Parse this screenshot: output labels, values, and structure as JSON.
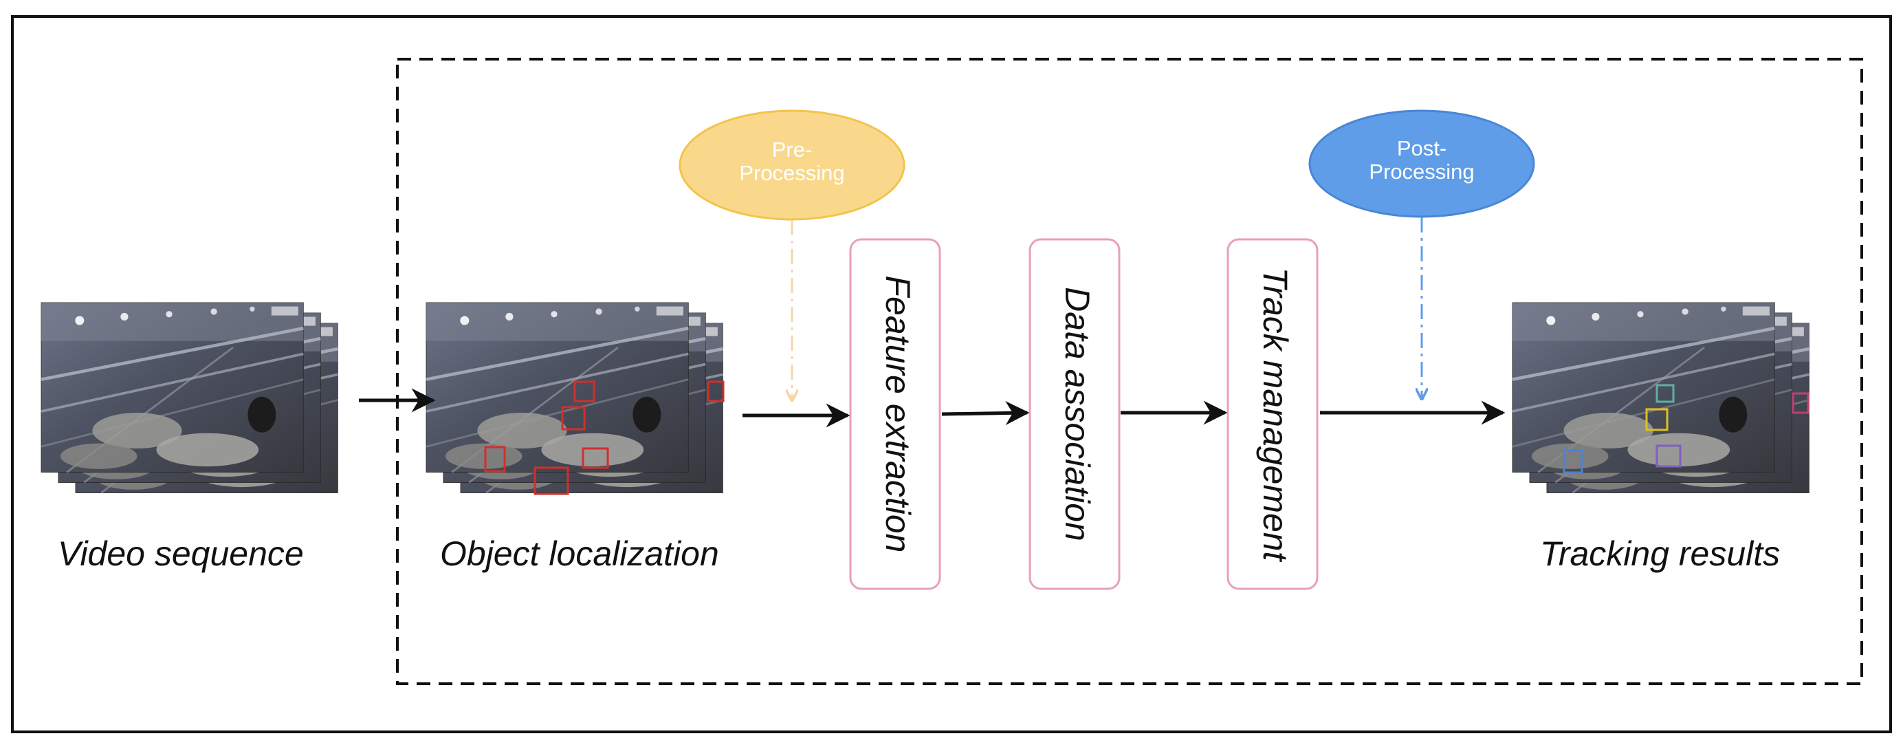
{
  "stages": {
    "video_sequence": "Video sequence",
    "object_localization": "Object localization",
    "tracking_results": "Tracking results"
  },
  "modules": {
    "feature_extraction": "Feature extraction",
    "data_association": "Data association",
    "track_management": "Track management"
  },
  "processing": {
    "pre_line1": "Pre-",
    "pre_line2": "Processing",
    "post_line1": "Post-",
    "post_line2": "Processing"
  },
  "colors": {
    "pre_fill": "#f9d88c",
    "pre_stroke": "#f2c44a",
    "pre_arrow": "#f8d3a8",
    "post_fill": "#5f9de8",
    "post_stroke": "#4a86d6",
    "post_arrow": "#5f9de8",
    "module_stroke": "#e8a0b4",
    "detection_red": "#d0302a"
  }
}
